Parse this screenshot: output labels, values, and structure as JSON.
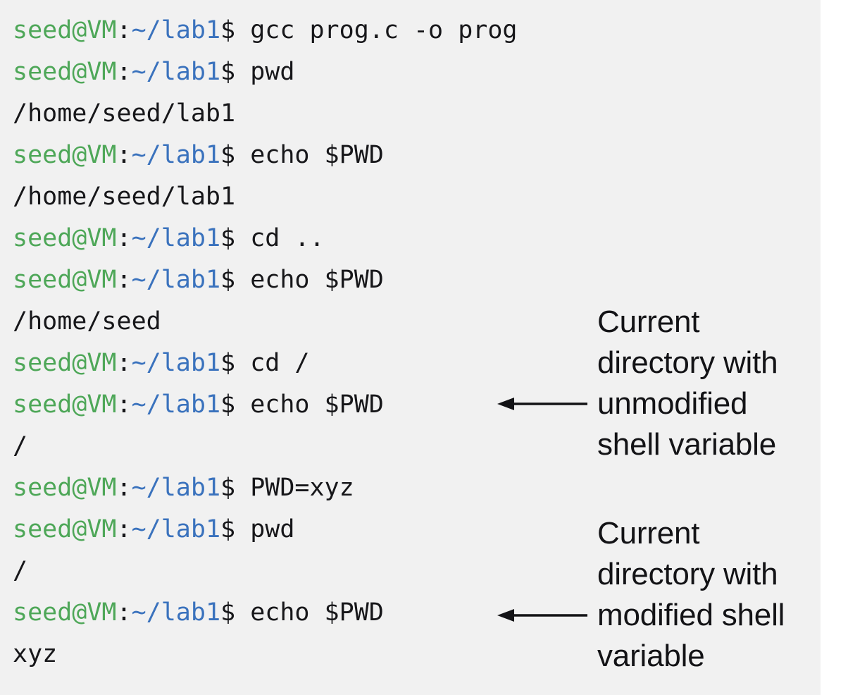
{
  "terminal": {
    "background_color": "#f1f1f1",
    "prompt": {
      "user_host": "seed@VM",
      "colon": ":",
      "path": "~/lab1",
      "sigil": "$ ",
      "user_host_color": "#4ea758",
      "path_color": "#3a72bd",
      "text_color": "#17171a"
    },
    "lines": [
      {
        "type": "command",
        "command": "gcc prog.c -o prog"
      },
      {
        "type": "command",
        "command": "pwd"
      },
      {
        "type": "output",
        "text": "/home/seed/lab1"
      },
      {
        "type": "command",
        "command": "echo $PWD"
      },
      {
        "type": "output",
        "text": "/home/seed/lab1"
      },
      {
        "type": "command",
        "command": "cd .."
      },
      {
        "type": "command",
        "command": "echo $PWD"
      },
      {
        "type": "output",
        "text": "/home/seed"
      },
      {
        "type": "command",
        "command": "cd /"
      },
      {
        "type": "command",
        "command": "echo $PWD"
      },
      {
        "type": "output",
        "text": "/"
      },
      {
        "type": "command",
        "command": "PWD=xyz"
      },
      {
        "type": "command",
        "command": "pwd"
      },
      {
        "type": "output",
        "text": "/"
      },
      {
        "type": "command",
        "command": "echo $PWD"
      },
      {
        "type": "output",
        "text": "xyz"
      }
    ]
  },
  "annotations": [
    {
      "id": "unmodified",
      "text": "Current directory with unmodified shell variable",
      "arrow_direction": "left",
      "color": "#131316"
    },
    {
      "id": "modified",
      "text": "Current directory with modified shell variable",
      "arrow_direction": "left",
      "color": "#131316"
    }
  ]
}
